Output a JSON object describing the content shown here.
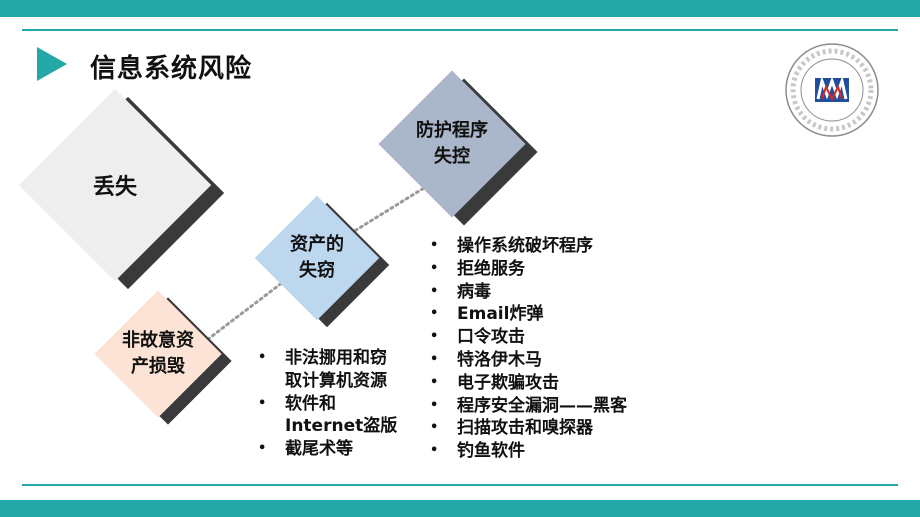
{
  "slide": {
    "title": "信息系统风险",
    "colors": {
      "accent": "#23a7a7",
      "loss": "#eeeeee",
      "theft": "#bdd7ee",
      "defense": "#aab6c9",
      "damage": "#fde3d5"
    }
  },
  "logo": {
    "icon": "beijing-national-accounting-institute-logo"
  },
  "diagram": {
    "loss": "丢失",
    "theft": "资产的\n失窃",
    "defense": "防护程序\n失控",
    "damage": "非故意资\n产损毁"
  },
  "theft_examples": [
    "非法挪用和窃\n取计算机资源",
    "软件和\nInternet盗版",
    "截尾术等"
  ],
  "attack_types": [
    "操作系统破坏程序",
    "拒绝服务",
    "病毒",
    "Email炸弹",
    "口令攻击",
    "特洛伊木马",
    "电子欺骗攻击",
    "程序安全漏洞——黑客",
    "扫描攻击和嗅探器",
    "钓鱼软件"
  ]
}
